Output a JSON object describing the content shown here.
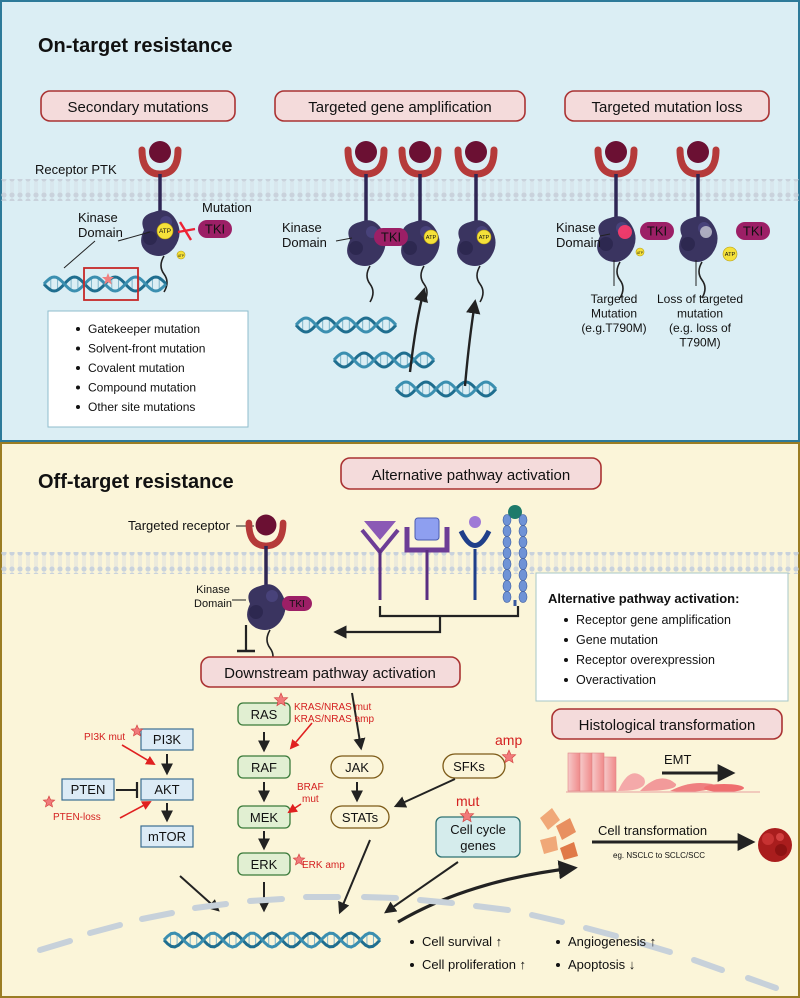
{
  "top": {
    "title": "On-target resistance",
    "headers": [
      "Secondary mutations",
      "Targeted gene amplification",
      "Targeted mutation loss"
    ],
    "receptor_ptk": "Receptor  PTK",
    "kinase_domain": [
      "Kinase",
      "Domain"
    ],
    "mutation": "Mutation",
    "tki": "TKI",
    "atp": "ATP",
    "mutation_types": [
      "Gatekeeper mutation",
      "Solvent-front mutation",
      "Covalent mutation",
      "Compound mutation",
      "Other site mutations"
    ],
    "targeted_mutation": [
      "Targeted",
      "Mutation",
      "(e.g.T790M)"
    ],
    "loss_targeted": [
      "Loss of targeted",
      "mutation",
      "(e.g. loss of",
      "T790M)"
    ]
  },
  "bottom": {
    "title": "Off-target resistance",
    "alt_header": "Alternative pathway activation",
    "targeted_receptor": "Targeted receptor",
    "kinase_domain": [
      "Kinase",
      "Domain"
    ],
    "tki": "TKI",
    "alt_box_title": "Alternative pathway activation:",
    "alt_items": [
      "Receptor gene amplification",
      "Gene mutation",
      "Receptor overexpression",
      "Overactivation"
    ],
    "downstream": "Downstream pathway activation",
    "histo": "Histological transformation",
    "nodes": {
      "ras": "RAS",
      "raf": "RAF",
      "mek": "MEK",
      "erk": "ERK",
      "pi3k": "PI3K",
      "akt": "AKT",
      "pten": "PTEN",
      "mtor": "mTOR",
      "jak": "JAK",
      "stats": "STATs",
      "sfks": "SFKs",
      "cellcycle": [
        "Cell cycle",
        "genes"
      ]
    },
    "muts": {
      "kras_mut": "KRAS/NRAS mut",
      "kras_amp": "KRAS/NRAS amp",
      "braf": [
        "BRAF",
        "mut"
      ],
      "erk_amp": "ERK amp",
      "pi3k_mut": "PI3K mut",
      "pten_loss": "PTEN-loss",
      "amp": "amp",
      "mut": "mut"
    },
    "emt": "EMT",
    "cell_transformation": "Cell transformation",
    "nsclc": "eg. NSCLC to SCLC/SCC",
    "outcomes": [
      "Cell survival ↑",
      "Cell proliferation ↑",
      "Angiogenesis ↑",
      "Apoptosis ↓"
    ]
  }
}
